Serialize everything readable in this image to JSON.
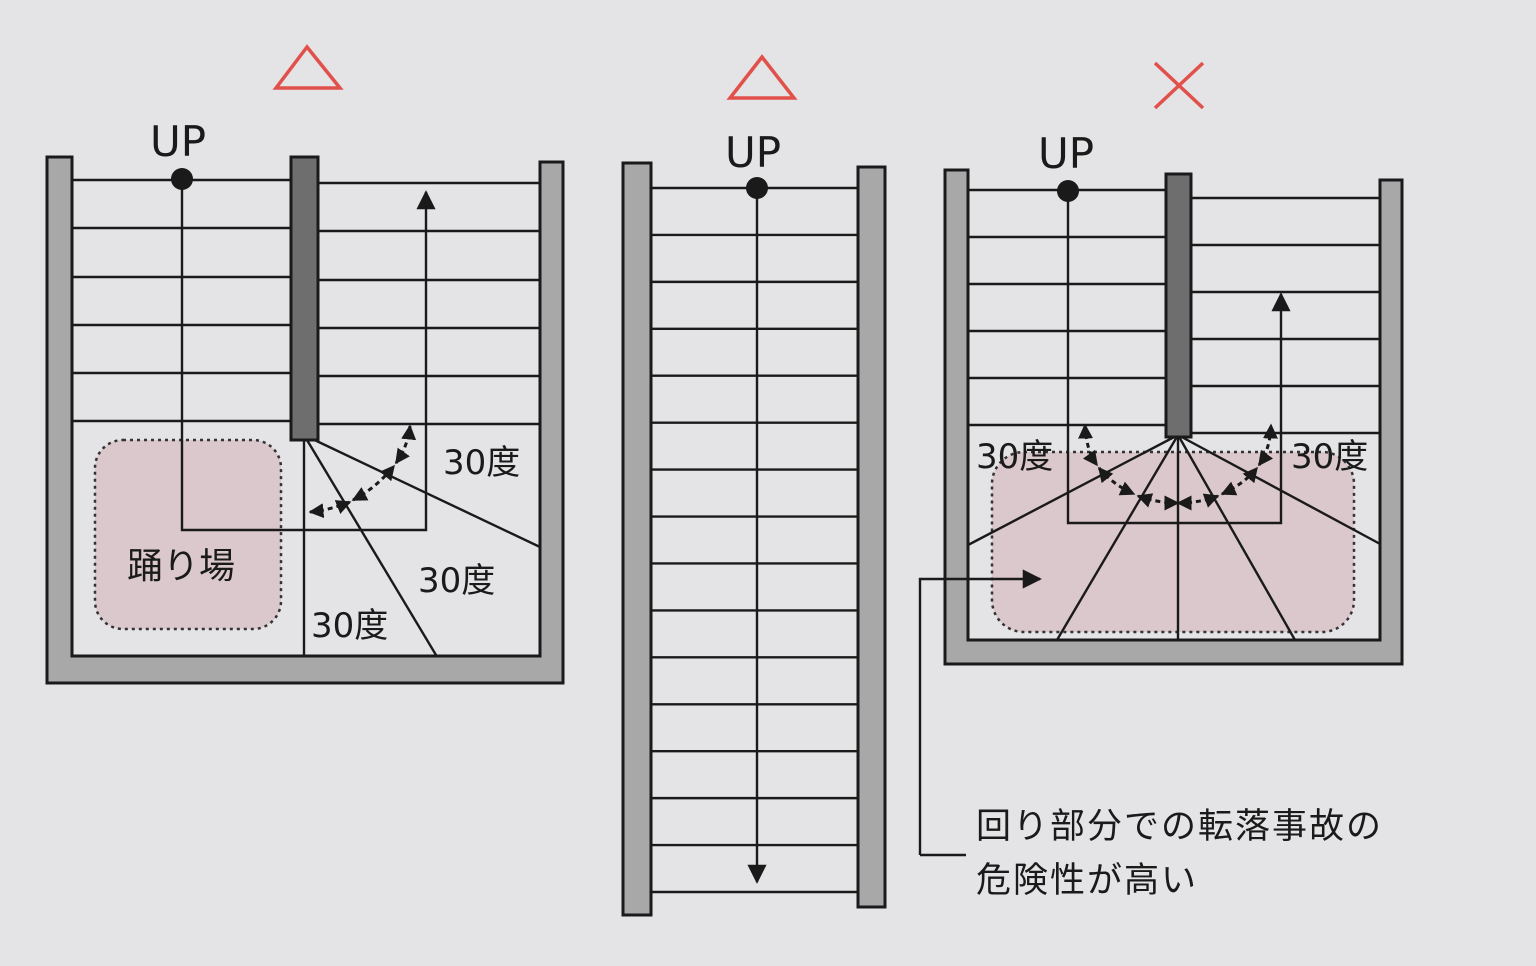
{
  "diagrams": [
    {
      "rating": "△",
      "up_label": "UP",
      "angle_labels": [
        "30度",
        "30度",
        "30度"
      ],
      "landing_label": "踊り場"
    },
    {
      "rating": "△",
      "up_label": "UP"
    },
    {
      "rating": "×",
      "up_label": "UP",
      "angle_labels": [
        "30度",
        "30度"
      ],
      "note_lines": [
        "回り部分での転落事故の",
        "危険性が高い"
      ]
    }
  ],
  "colors": {
    "rating_mark": "#e2504b",
    "landing_zone": "#dbc8cc",
    "wall": "#a8a8a8",
    "newel": "#6e6e6e"
  }
}
